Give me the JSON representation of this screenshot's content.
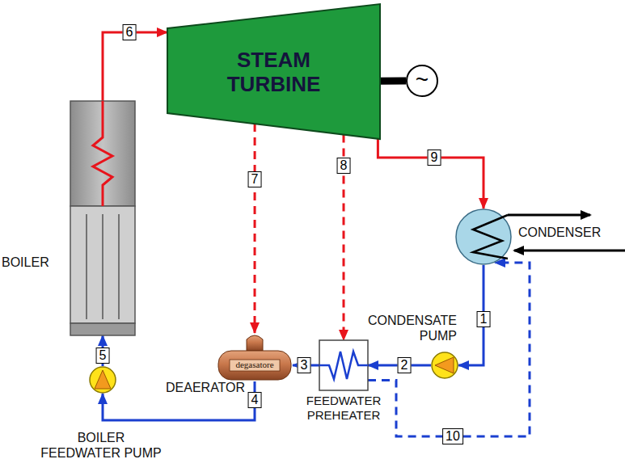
{
  "diagram": {
    "nodes": [
      {
        "text": [
          "STEAM TURBINE"
        ]
      },
      {
        "text": [
          "~"
        ]
      },
      {
        "text": [
          "BOILER"
        ]
      },
      {
        "text": [
          "CONDENSER"
        ]
      },
      {
        "text": [
          "CONDENSATE PUMP"
        ]
      },
      {
        "text": [
          "FEEDWATER PREHEATER"
        ]
      },
      {
        "text": [
          "degasatore",
          "DEAERATOR"
        ]
      },
      {
        "text": [
          "BOILER FEEDWATER PUMP"
        ]
      }
    ],
    "edges": [
      {
        "from": 2,
        "to": 0,
        "arrow": "to"
      },
      {
        "from": 0,
        "to": 6,
        "arrow": "to"
      },
      {
        "from": 0,
        "to": 5,
        "arrow": "to"
      },
      {
        "from": 0,
        "to": 3,
        "arrow": "to"
      },
      {
        "from": 3,
        "to": 4,
        "arrow": "to"
      },
      {
        "from": 4,
        "to": 5,
        "arrow": "to"
      },
      {
        "from": 5,
        "to": 6,
        "arrow": "to"
      },
      {
        "from": 6,
        "to": 7,
        "arrow": "to"
      },
      {
        "from": 7,
        "to": 2,
        "arrow": "to"
      },
      {
        "from": 5,
        "to": 3,
        "arrow": "to"
      },
      {
        "from": 0,
        "to": 1,
        "arrow": "none"
      }
    ],
    "labels": [
      "6",
      "7",
      "8",
      "9",
      "1",
      "2",
      "3",
      "4",
      "5",
      "10"
    ]
  }
}
